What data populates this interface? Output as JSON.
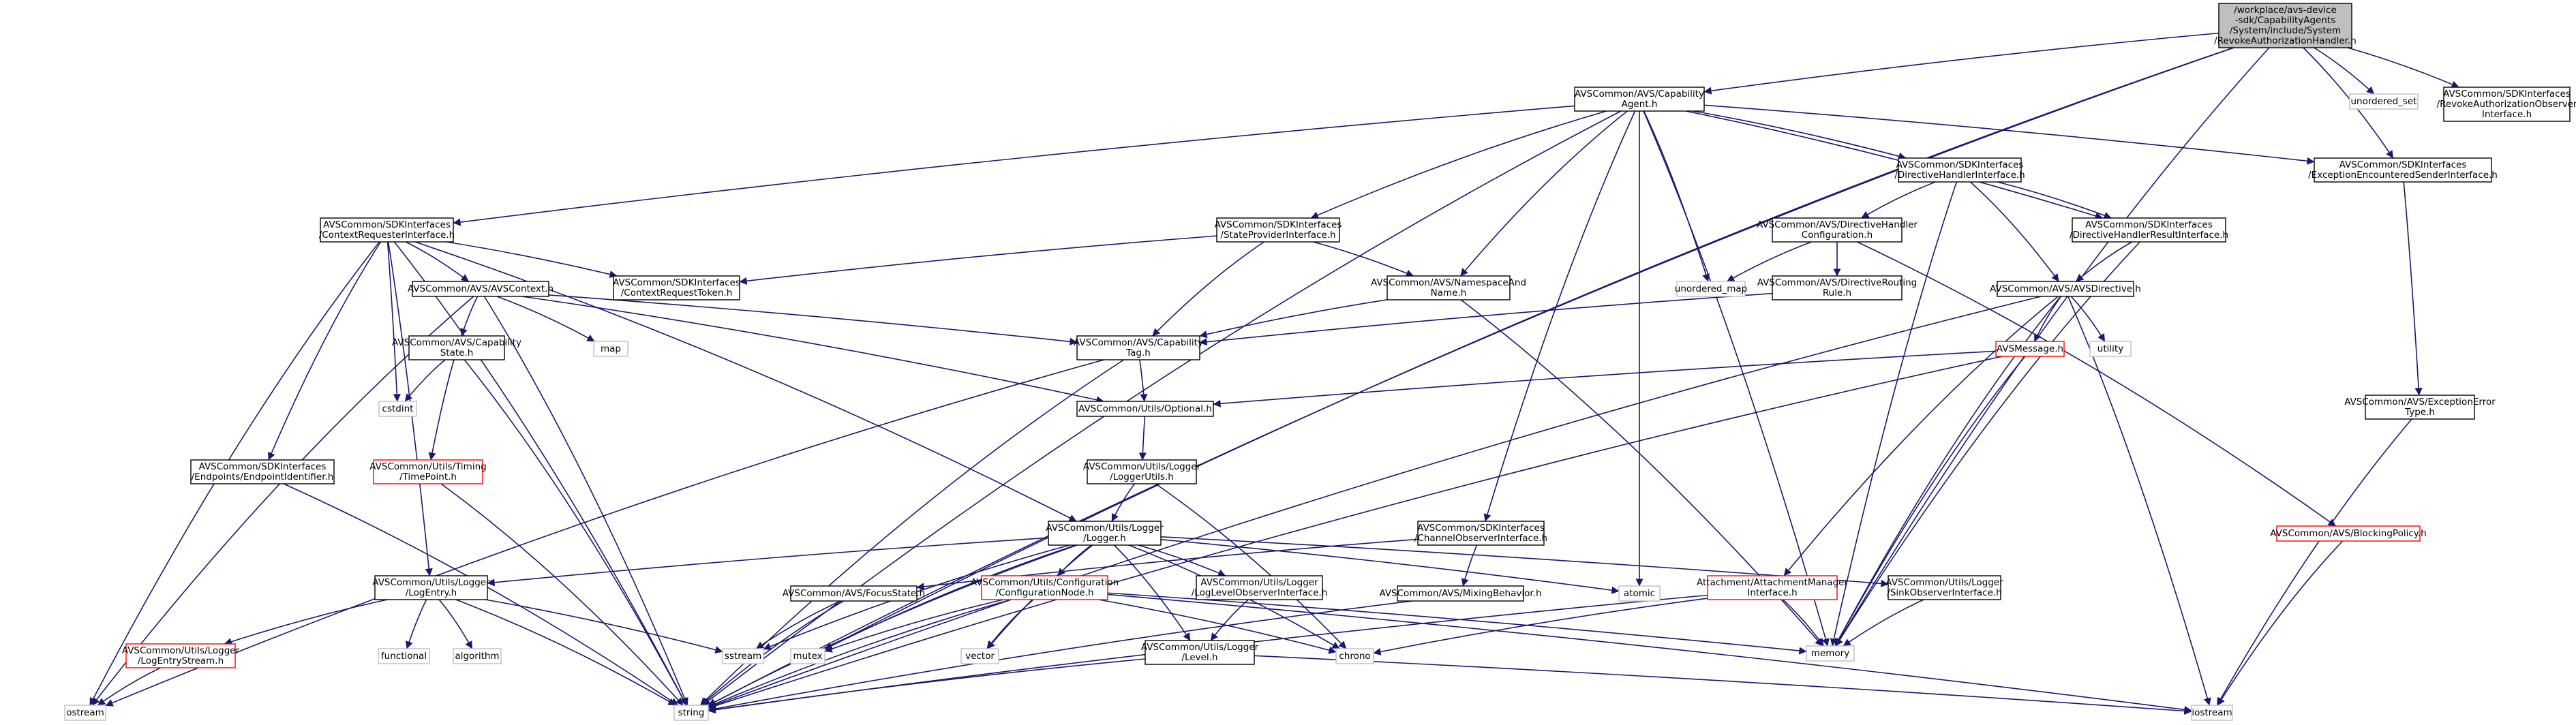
{
  "graph": {
    "nodes": [
      {
        "id": "root",
        "lines": [
          "/workplace/avs-device",
          "-sdk/CapabilityAgents",
          "/System/include/System",
          "/RevokeAuthorizationHandler.h"
        ],
        "style": "root"
      },
      {
        "id": "capagent",
        "lines": [
          "AVSCommon/AVS/Capability",
          "Agent.h"
        ],
        "style": "normal"
      },
      {
        "id": "unordered_set",
        "lines": [
          "unordered_set"
        ],
        "style": "gray"
      },
      {
        "id": "revokeobs",
        "lines": [
          "AVSCommon/SDKInterfaces",
          "/RevokeAuthorizationObserver",
          "Interface.h"
        ],
        "style": "normal"
      },
      {
        "id": "exceptsender",
        "lines": [
          "AVSCommon/SDKInterfaces",
          "/ExceptionEncounteredSenderInterface.h"
        ],
        "style": "normal"
      },
      {
        "id": "ctxreq",
        "lines": [
          "AVSCommon/SDKInterfaces",
          "/ContextRequesterInterface.h"
        ],
        "style": "normal"
      },
      {
        "id": "stateprov",
        "lines": [
          "AVSCommon/SDKInterfaces",
          "/StateProviderInterface.h"
        ],
        "style": "normal"
      },
      {
        "id": "dirhandler",
        "lines": [
          "AVSCommon/SDKInterfaces",
          "/DirectiveHandlerInterface.h"
        ],
        "style": "normal"
      },
      {
        "id": "dirhandlerconf",
        "lines": [
          "AVSCommon/AVS/DirectiveHandler",
          "Configuration.h"
        ],
        "style": "normal"
      },
      {
        "id": "dirresult",
        "lines": [
          "AVSCommon/SDKInterfaces",
          "/DirectiveHandlerResultInterface.h"
        ],
        "style": "normal"
      },
      {
        "id": "ctxtoken",
        "lines": [
          "AVSCommon/SDKInterfaces",
          "/ContextRequestToken.h"
        ],
        "style": "normal"
      },
      {
        "id": "avscontext",
        "lines": [
          "AVSCommon/AVS/AVSContext.h"
        ],
        "style": "normal"
      },
      {
        "id": "nsname",
        "lines": [
          "AVSCommon/AVS/NamespaceAnd",
          "Name.h"
        ],
        "style": "normal"
      },
      {
        "id": "unordered_map",
        "lines": [
          "unordered_map"
        ],
        "style": "gray"
      },
      {
        "id": "dirrouting",
        "lines": [
          "AVSCommon/AVS/DirectiveRouting",
          "Rule.h"
        ],
        "style": "normal"
      },
      {
        "id": "avsdirective",
        "lines": [
          "AVSCommon/AVS/AVSDirective.h"
        ],
        "style": "normal"
      },
      {
        "id": "capstate",
        "lines": [
          "AVSCommon/AVS/Capability",
          "State.h"
        ],
        "style": "normal"
      },
      {
        "id": "map",
        "lines": [
          "map"
        ],
        "style": "gray"
      },
      {
        "id": "captag",
        "lines": [
          "AVSCommon/AVS/Capability",
          "Tag.h"
        ],
        "style": "normal"
      },
      {
        "id": "avsmessage",
        "lines": [
          "AVSMessage.h"
        ],
        "style": "red"
      },
      {
        "id": "utility",
        "lines": [
          "utility"
        ],
        "style": "gray"
      },
      {
        "id": "excerrtype",
        "lines": [
          "AVSCommon/AVS/ExceptionError",
          "Type.h"
        ],
        "style": "normal"
      },
      {
        "id": "cstdint",
        "lines": [
          "cstdint"
        ],
        "style": "gray"
      },
      {
        "id": "optional",
        "lines": [
          "AVSCommon/Utils/Optional.h"
        ],
        "style": "normal"
      },
      {
        "id": "endpointid",
        "lines": [
          "AVSCommon/SDKInterfaces",
          "/Endpoints/EndpointIdentifier.h"
        ],
        "style": "normal"
      },
      {
        "id": "timepoint",
        "lines": [
          "AVSCommon/Utils/Timing",
          "/TimePoint.h"
        ],
        "style": "red"
      },
      {
        "id": "loggerutils",
        "lines": [
          "AVSCommon/Utils/Logger",
          "/LoggerUtils.h"
        ],
        "style": "normal"
      },
      {
        "id": "logger",
        "lines": [
          "AVSCommon/Utils/Logger",
          "/Logger.h"
        ],
        "style": "normal"
      },
      {
        "id": "chanobs",
        "lines": [
          "AVSCommon/SDKInterfaces",
          "/ChannelObserverInterface.h"
        ],
        "style": "normal"
      },
      {
        "id": "blockpolicy",
        "lines": [
          "AVSCommon/AVS/BlockingPolicy.h"
        ],
        "style": "red"
      },
      {
        "id": "logentry",
        "lines": [
          "AVSCommon/Utils/Logger",
          "/LogEntry.h"
        ],
        "style": "normal"
      },
      {
        "id": "focusstate",
        "lines": [
          "AVSCommon/AVS/FocusState.h"
        ],
        "style": "normal"
      },
      {
        "id": "confignode",
        "lines": [
          "AVSCommon/Utils/Configuration",
          "/ConfigurationNode.h"
        ],
        "style": "red"
      },
      {
        "id": "loglevelobs",
        "lines": [
          "AVSCommon/Utils/Logger",
          "/LogLevelObserverInterface.h"
        ],
        "style": "normal"
      },
      {
        "id": "mixing",
        "lines": [
          "AVSCommon/AVS/MixingBehavior.h"
        ],
        "style": "normal"
      },
      {
        "id": "atomic",
        "lines": [
          "atomic"
        ],
        "style": "gray"
      },
      {
        "id": "attachmgr",
        "lines": [
          "Attachment/AttachmentManager",
          "Interface.h"
        ],
        "style": "red"
      },
      {
        "id": "sinkobs",
        "lines": [
          "AVSCommon/Utils/Logger",
          "/SinkObserverInterface.h"
        ],
        "style": "normal"
      },
      {
        "id": "memory",
        "lines": [
          "memory"
        ],
        "style": "gray"
      },
      {
        "id": "logentrystream",
        "lines": [
          "AVSCommon/Utils/Logger",
          "/LogEntryStream.h"
        ],
        "style": "red"
      },
      {
        "id": "functional",
        "lines": [
          "functional"
        ],
        "style": "gray"
      },
      {
        "id": "algorithm",
        "lines": [
          "algorithm"
        ],
        "style": "gray"
      },
      {
        "id": "sstream",
        "lines": [
          "sstream"
        ],
        "style": "gray"
      },
      {
        "id": "mutex",
        "lines": [
          "mutex"
        ],
        "style": "gray"
      },
      {
        "id": "vector",
        "lines": [
          "vector"
        ],
        "style": "gray"
      },
      {
        "id": "level",
        "lines": [
          "AVSCommon/Utils/Logger",
          "/Level.h"
        ],
        "style": "normal"
      },
      {
        "id": "chrono",
        "lines": [
          "chrono"
        ],
        "style": "gray"
      },
      {
        "id": "ostream",
        "lines": [
          "ostream"
        ],
        "style": "gray"
      },
      {
        "id": "string",
        "lines": [
          "string"
        ],
        "style": "gray"
      },
      {
        "id": "iostream",
        "lines": [
          "iostream"
        ],
        "style": "gray"
      }
    ],
    "edges": [
      [
        "root",
        "capagent"
      ],
      [
        "root",
        "unordered_set"
      ],
      [
        "root",
        "revokeobs"
      ],
      [
        "root",
        "exceptsender"
      ],
      [
        "root",
        "string"
      ],
      [
        "root",
        "mutex"
      ],
      [
        "root",
        "memory"
      ],
      [
        "capagent",
        "ctxreq"
      ],
      [
        "capagent",
        "stateprov"
      ],
      [
        "capagent",
        "nsname"
      ],
      [
        "capagent",
        "dirhandler"
      ],
      [
        "capagent",
        "dirresult"
      ],
      [
        "capagent",
        "exceptsender"
      ],
      [
        "capagent",
        "unordered_map"
      ],
      [
        "capagent",
        "atomic"
      ],
      [
        "capagent",
        "memory"
      ],
      [
        "capagent",
        "string"
      ],
      [
        "capagent",
        "chanobs"
      ],
      [
        "ctxreq",
        "ctxtoken"
      ],
      [
        "ctxreq",
        "avscontext"
      ],
      [
        "ctxreq",
        "endpointid"
      ],
      [
        "ctxreq",
        "cstdint"
      ],
      [
        "ctxreq",
        "logentry"
      ],
      [
        "ctxreq",
        "logger"
      ],
      [
        "ctxreq",
        "ostream"
      ],
      [
        "ctxreq",
        "string"
      ],
      [
        "stateprov",
        "ctxtoken"
      ],
      [
        "stateprov",
        "nsname"
      ],
      [
        "stateprov",
        "captag"
      ],
      [
        "dirhandler",
        "dirhandlerconf"
      ],
      [
        "dirhandler",
        "dirresult"
      ],
      [
        "dirhandler",
        "avsdirective"
      ],
      [
        "dirhandler",
        "memory"
      ],
      [
        "dirhandlerconf",
        "dirrouting"
      ],
      [
        "dirhandlerconf",
        "unordered_map"
      ],
      [
        "dirhandlerconf",
        "blockpolicy"
      ],
      [
        "dirresult",
        "avsdirective"
      ],
      [
        "dirresult",
        "memory"
      ],
      [
        "avscontext",
        "capstate"
      ],
      [
        "avscontext",
        "map"
      ],
      [
        "avscontext",
        "captag"
      ],
      [
        "avscontext",
        "optional"
      ],
      [
        "avscontext",
        "string"
      ],
      [
        "avscontext",
        "ostream"
      ],
      [
        "nsname",
        "captag"
      ],
      [
        "nsname",
        "memory"
      ],
      [
        "dirrouting",
        "captag"
      ],
      [
        "avsdirective",
        "avsmessage"
      ],
      [
        "avsdirective",
        "utility"
      ],
      [
        "avsdirective",
        "attachmgr"
      ],
      [
        "avsdirective",
        "memory"
      ],
      [
        "avsdirective",
        "iostream"
      ],
      [
        "avsdirective",
        "string"
      ],
      [
        "capstate",
        "cstdint"
      ],
      [
        "capstate",
        "timepoint"
      ],
      [
        "capstate",
        "string"
      ],
      [
        "captag",
        "optional"
      ],
      [
        "captag",
        "string"
      ],
      [
        "captag",
        "ostream"
      ],
      [
        "avsmessage",
        "optional"
      ],
      [
        "avsmessage",
        "memory"
      ],
      [
        "avsmessage",
        "string"
      ],
      [
        "excerrtype",
        "iostream"
      ],
      [
        "exceptsender",
        "excerrtype"
      ],
      [
        "optional",
        "loggerutils"
      ],
      [
        "endpointid",
        "string"
      ],
      [
        "timepoint",
        "string"
      ],
      [
        "loggerutils",
        "logger"
      ],
      [
        "loggerutils",
        "chrono"
      ],
      [
        "logger",
        "logentry"
      ],
      [
        "logger",
        "confignode"
      ],
      [
        "logger",
        "loglevelobs"
      ],
      [
        "logger",
        "level"
      ],
      [
        "logger",
        "sinkobs"
      ],
      [
        "logger",
        "atomic"
      ],
      [
        "logger",
        "sstream"
      ],
      [
        "logger",
        "mutex"
      ],
      [
        "logger",
        "vector"
      ],
      [
        "logger",
        "chrono"
      ],
      [
        "logger",
        "string"
      ],
      [
        "chanobs",
        "focusstate"
      ],
      [
        "chanobs",
        "mixing"
      ],
      [
        "blockpolicy",
        "iostream"
      ],
      [
        "logentry",
        "logentrystream"
      ],
      [
        "logentry",
        "functional"
      ],
      [
        "logentry",
        "algorithm"
      ],
      [
        "logentry",
        "sstream"
      ],
      [
        "logentry",
        "string"
      ],
      [
        "focusstate",
        "sstream"
      ],
      [
        "focusstate",
        "string"
      ],
      [
        "confignode",
        "mutex"
      ],
      [
        "confignode",
        "vector"
      ],
      [
        "confignode",
        "chrono"
      ],
      [
        "confignode",
        "memory"
      ],
      [
        "confignode",
        "string"
      ],
      [
        "confignode",
        "iostream"
      ],
      [
        "loglevelobs",
        "level"
      ],
      [
        "mixing",
        "string"
      ],
      [
        "attachmgr",
        "chrono"
      ],
      [
        "attachmgr",
        "memory"
      ],
      [
        "attachmgr",
        "string"
      ],
      [
        "sinkobs",
        "memory"
      ],
      [
        "logentrystream",
        "ostream"
      ],
      [
        "level",
        "string"
      ],
      [
        "level",
        "iostream"
      ]
    ]
  }
}
